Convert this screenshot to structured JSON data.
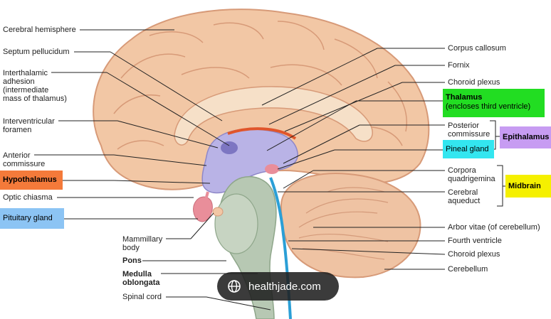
{
  "labels_left": {
    "cerebral_hemisphere": "Cerebral hemisphere",
    "septum_pellucidum": "Septum pellucidum",
    "interthalamic_adhesion": "Interthalamic\nadhesion\n(intermediate\nmass of thalamus)",
    "interventricular_foramen": "Interventricular\nforamen",
    "anterior_commissure": "Anterior\ncommissure",
    "hypothalamus": "Hypothalamus",
    "optic_chiasma": "Optic chiasma",
    "pituitary_gland": "Pituitary gland",
    "mammillary_body": "Mammillary\nbody",
    "pons": "Pons",
    "medulla_oblongata": "Medulla\noblongata",
    "spinal_cord": "Spinal cord"
  },
  "labels_right": {
    "corpus_callosum": "Corpus callosum",
    "fornix": "Fornix",
    "choroid_plexus_top": "Choroid plexus",
    "thalamus_title": "Thalamus",
    "thalamus_sub": "(encloses third ventricle)",
    "posterior_commissure": "Posterior\ncommissure",
    "pineal_gland": "Pineal gland",
    "epithalamus": "Epithalamus",
    "corpora_quadrigemina": "Corpora\nquadrigemina",
    "cerebral_aqueduct": "Cerebral\naqueduct",
    "midbrain": "Midbrain",
    "arbor_vitae": "Arbor vitae (of cerebellum)",
    "fourth_ventricle": "Fourth ventricle",
    "choroid_plexus_bottom": "Choroid plexus",
    "cerebellum": "Cerebellum"
  },
  "watermark": {
    "text": "healthjade.com",
    "icon": "globe-icon"
  },
  "colors": {
    "hypothalamus_box": "#f47a3a",
    "pituitary_box": "#8cc4f4",
    "thalamus_box": "#22dd22",
    "pineal_box": "#33e6f0",
    "epithalamus_box": "#c79cf2",
    "midbrain_box": "#f5f000",
    "brain_tissue": "#f2c7a5",
    "brain_outline": "#d79a78",
    "ventricle": "#b9b3e6",
    "brainstem": "#b7c8b3",
    "aqueduct": "#2b9fd6",
    "choroid": "#e0552b",
    "pituitary": "#e98e9a"
  }
}
